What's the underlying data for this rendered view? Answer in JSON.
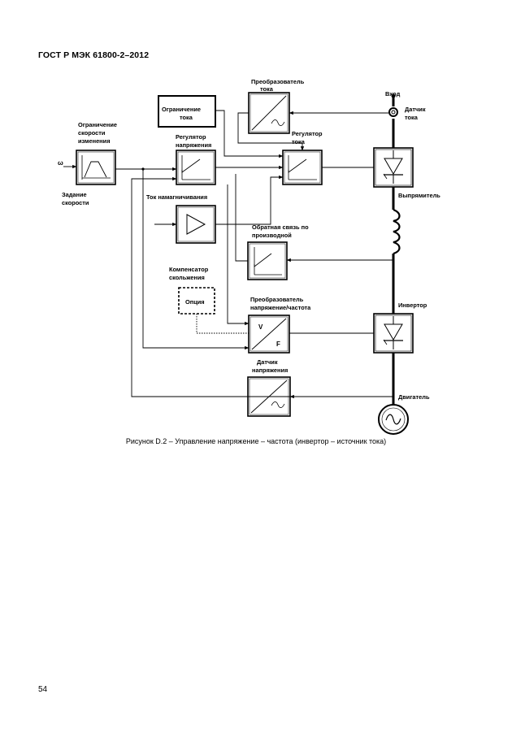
{
  "header": {
    "title": "ГОСТ Р МЭК 61800-2–2012"
  },
  "diagram": {
    "labels": {
      "converter_current_1": "Преобразователь",
      "converter_current_2": "тока",
      "input": "Вход",
      "current_sensor_1": "Датчик",
      "current_sensor_2": "тока",
      "current_limit_1": "Ограничение",
      "current_limit_2": "тока",
      "rate_limit_1": "Ограничение",
      "rate_limit_2": "скорости",
      "rate_limit_3": "изменения",
      "voltage_reg_1": "Регулятор",
      "voltage_reg_2": "напряжения",
      "current_reg_1": "Регулятор",
      "current_reg_2": "тока",
      "omega": "ω",
      "speed_set_1": "Задание",
      "speed_set_2": "скорости",
      "rectifier": "Выпрямитель",
      "magnetizing_current": "Ток намагничивания",
      "derivative_fb_1": "Обратная связь по",
      "derivative_fb_2": "производной",
      "slip_comp_1": "Компенсатор",
      "slip_comp_2": "скольжения",
      "option": "Опция",
      "vf_converter_1": "Преобразователь",
      "vf_converter_2": "напряжение/частота",
      "v": "V",
      "f": "F",
      "inverter": "Инвертор",
      "voltage_sensor_1": "Датчик",
      "voltage_sensor_2": "напряжения",
      "motor": "Двигатель"
    }
  },
  "caption": "Рисунок D.2 – Управление напряжение – частота (инвертор – источник тока)",
  "page_number": "54"
}
